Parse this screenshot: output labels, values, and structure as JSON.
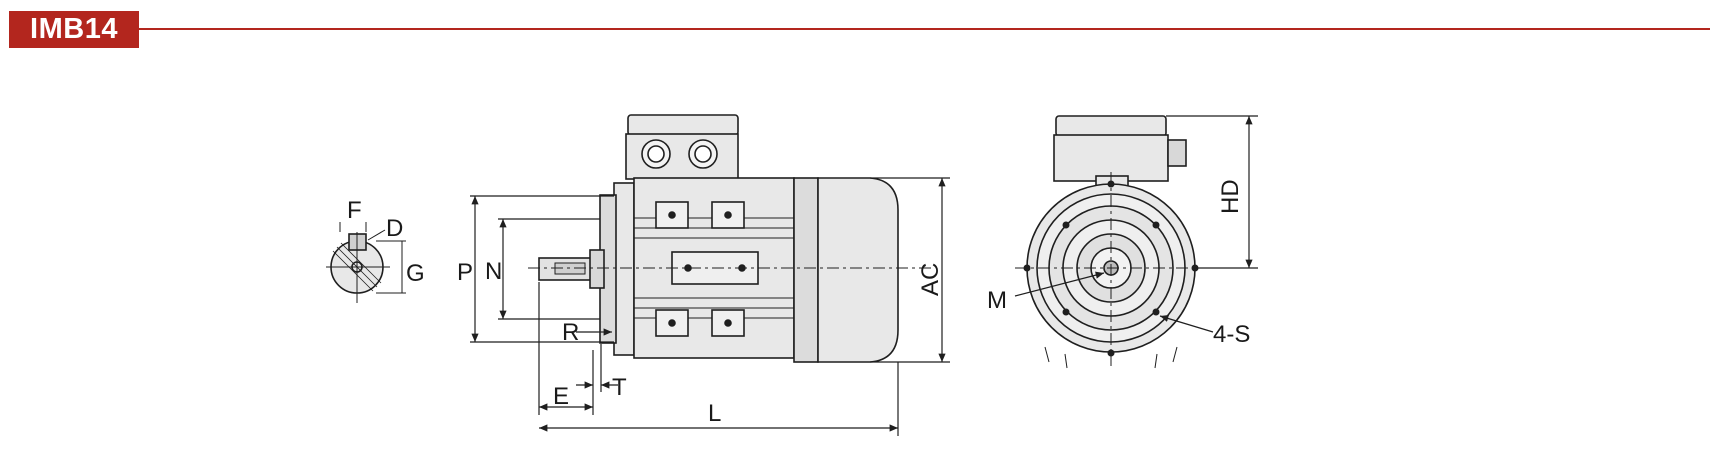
{
  "header": {
    "title": "IMB14",
    "color": "#b3261e"
  },
  "dimensions": {
    "F": "F",
    "D": "D",
    "G": "G",
    "P": "P",
    "N": "N",
    "R": "R",
    "E": "E",
    "T": "T",
    "L": "L",
    "AC": "AC",
    "HD": "HD",
    "M": "M",
    "S": "4-S"
  },
  "colors": {
    "body": "#e8e8e8",
    "shade": "#d4d4d4",
    "line": "#1f1f1f"
  }
}
